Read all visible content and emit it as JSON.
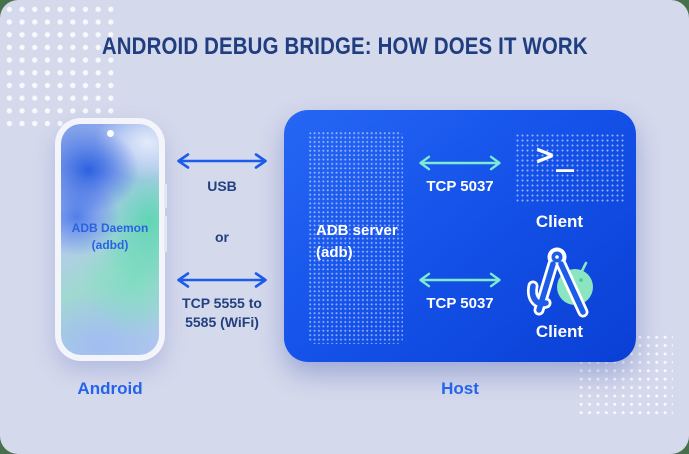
{
  "title": "ANDROID DEBUG BRIDGE: HOW DOES IT WORK",
  "android_device": {
    "daemon_label": "ADB Daemon",
    "daemon_sublabel": "(adbd)",
    "caption": "Android"
  },
  "links": {
    "usb": "USB",
    "or": "or",
    "wifi_line1": "TCP 5555 to",
    "wifi_line2": "5585 (WiFi)"
  },
  "host": {
    "caption": "Host",
    "server_label": "ADB server",
    "server_sublabel": "(adb)",
    "links": {
      "top": "TCP 5037",
      "bottom": "TCP 5037"
    },
    "clients": {
      "terminal": {
        "glyph": ">_",
        "label": "Client"
      },
      "android_studio": {
        "label": "Client"
      }
    }
  },
  "colors": {
    "background": "#d5d9ec",
    "page_behind": "#47704c",
    "title_text": "#1f3d7f",
    "caption_blue": "#2563eb",
    "arrow_blue": "#1d5ce8",
    "arrow_mint": "#7eead2",
    "host_gradient_start": "#2767f4",
    "host_gradient_end": "#0a3fd4",
    "connector_text": "#22407f",
    "host_text": "#ffffff",
    "android_head_green": "#8ae5c0"
  }
}
